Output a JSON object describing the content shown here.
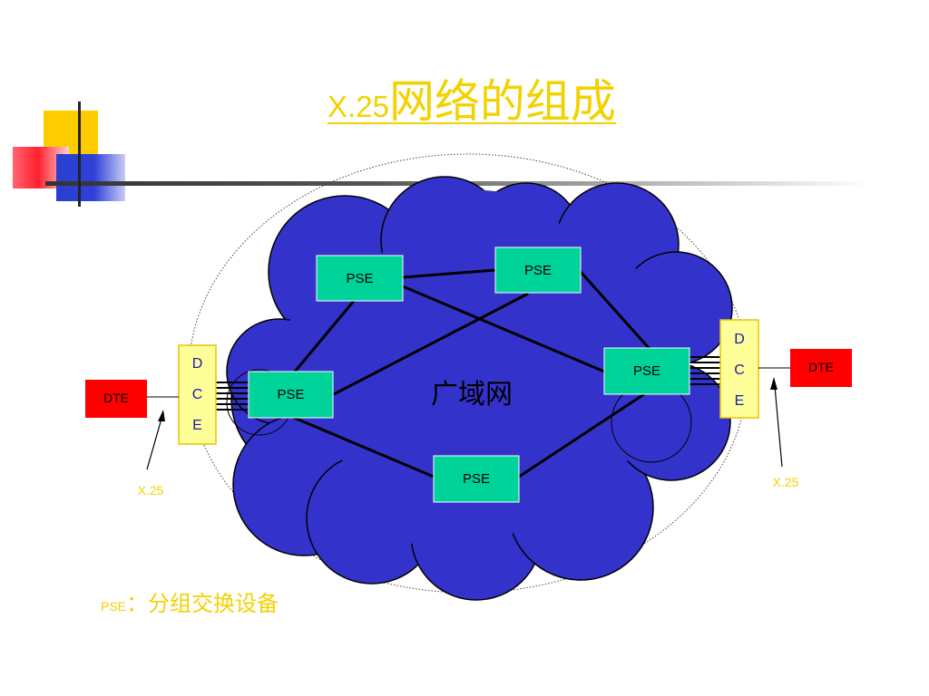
{
  "title": {
    "latin": "X.25",
    "cjk": "网络的组成"
  },
  "diagram": {
    "cloud_label": "广域网",
    "pse_label": "PSE",
    "dte_label": "DTE",
    "dce_letters": [
      "D",
      "C",
      "E"
    ],
    "interface_label": "X.25"
  },
  "footnote": {
    "abbr": "PSE",
    "separator": "：",
    "text": "分组交换设备"
  },
  "colors": {
    "cloud": "#3333cc",
    "pse_fill": "#00d39a",
    "dte_fill": "#ff0000",
    "dce_fill": "#ffff99",
    "accent_yellow": "#f2d200"
  }
}
